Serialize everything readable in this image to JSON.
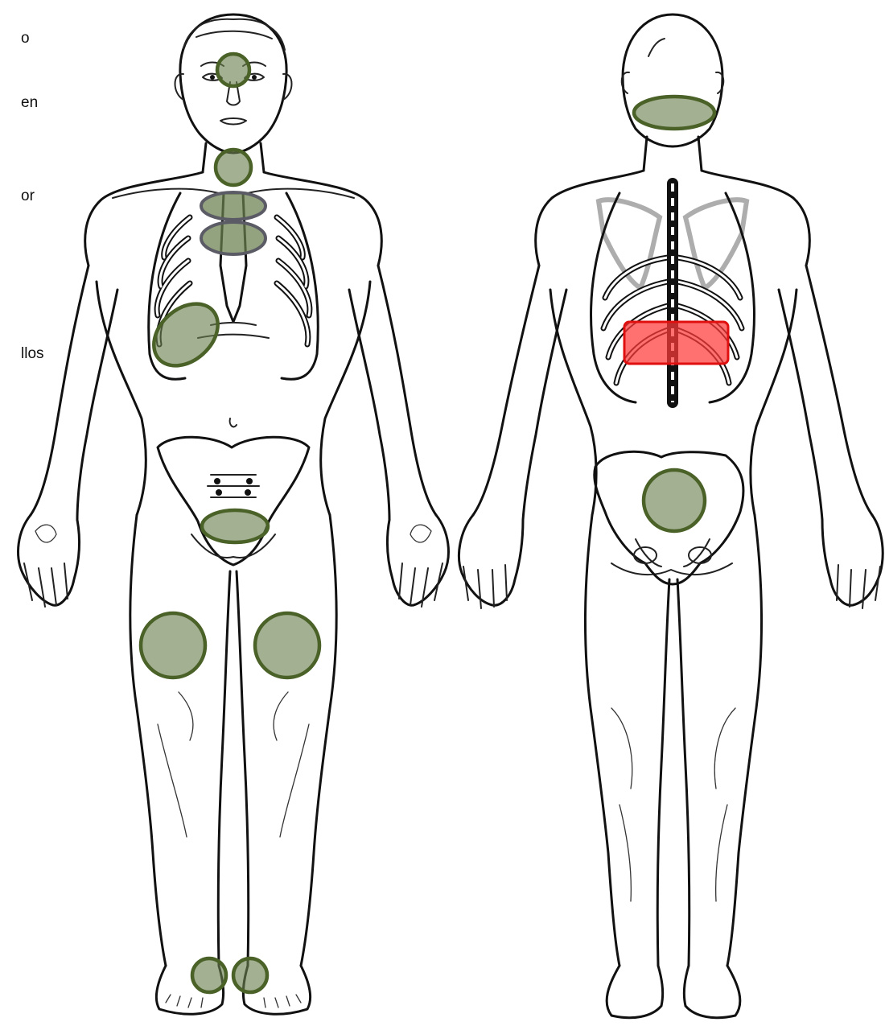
{
  "labels": [
    {
      "id": "l1",
      "text": "o"
    },
    {
      "id": "l2",
      "text": "en"
    },
    {
      "id": "l3",
      "text": "or"
    },
    {
      "id": "l4",
      "text": "llos"
    }
  ],
  "colors": {
    "marker_fill": "#6b7f4e",
    "marker_stroke": "#4a6128",
    "ghost_stroke": "#5b5b66",
    "alert_fill": "#ff3a3a",
    "alert_stroke": "#e01010",
    "outline": "#111111"
  },
  "markers": [
    {
      "view": "front",
      "name": "forehead-marker",
      "state": "active"
    },
    {
      "view": "front",
      "name": "throat-marker",
      "state": "active"
    },
    {
      "view": "front",
      "name": "upper-chest-marker",
      "state": "overlap"
    },
    {
      "view": "front",
      "name": "sternum-marker",
      "state": "overlap"
    },
    {
      "view": "front",
      "name": "right-ribs-marker",
      "state": "active"
    },
    {
      "view": "front",
      "name": "pelvis-marker",
      "state": "active"
    },
    {
      "view": "front",
      "name": "right-knee-marker",
      "state": "active"
    },
    {
      "view": "front",
      "name": "left-knee-marker",
      "state": "active"
    },
    {
      "view": "front",
      "name": "right-ankle-marker",
      "state": "active"
    },
    {
      "view": "front",
      "name": "left-ankle-marker",
      "state": "active"
    },
    {
      "view": "back",
      "name": "neck-back-marker",
      "state": "active"
    },
    {
      "view": "back",
      "name": "lower-back-marker",
      "state": "alert"
    },
    {
      "view": "back",
      "name": "sacrum-marker",
      "state": "active"
    }
  ]
}
